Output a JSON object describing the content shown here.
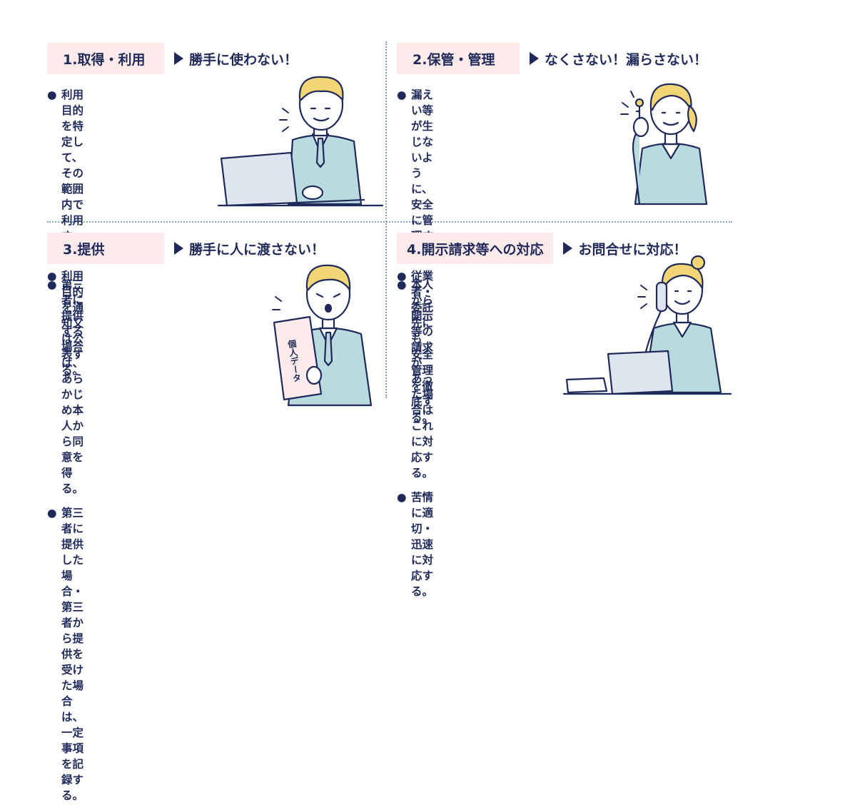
{
  "sections": [
    {
      "heading": "1.取得・利用",
      "slogan": "勝手に使わない！",
      "bullets": [
        "利用目的を特定して、\nその範囲内で利用する。",
        "利用目的を通知又は公表する。"
      ]
    },
    {
      "heading": "2.保管・管理",
      "slogan": "なくさない！漏らさない！",
      "bullets": [
        "漏えい等が生じないように、\n安全に管理する。",
        "従業者・委託先にも\n安全管理を徹底する。"
      ]
    },
    {
      "heading": "3.提供",
      "slogan": "勝手に人に渡さない！",
      "bullets": [
        "第三者に提供する場合は、\nあらかじめ本人から同意を得る。",
        "第三者に提供した場合・\n第三者から提供を受けた場合は、\n一定事項を記録する。"
      ]
    },
    {
      "heading": "4.開示請求等への対応",
      "slogan": "お問合せに対応！",
      "bullets": [
        "本人から開示等の請求が\nあった場合はこれに対応する。",
        "苦情に適切・迅速に対応する。"
      ]
    }
  ],
  "document_label": "個人データ",
  "colors": {
    "heading_bg": "#fdeaea",
    "navy": "#1f2a5a",
    "suit": "#b9dbe0",
    "hair": "#f2d675",
    "skin": "#ffffff"
  }
}
